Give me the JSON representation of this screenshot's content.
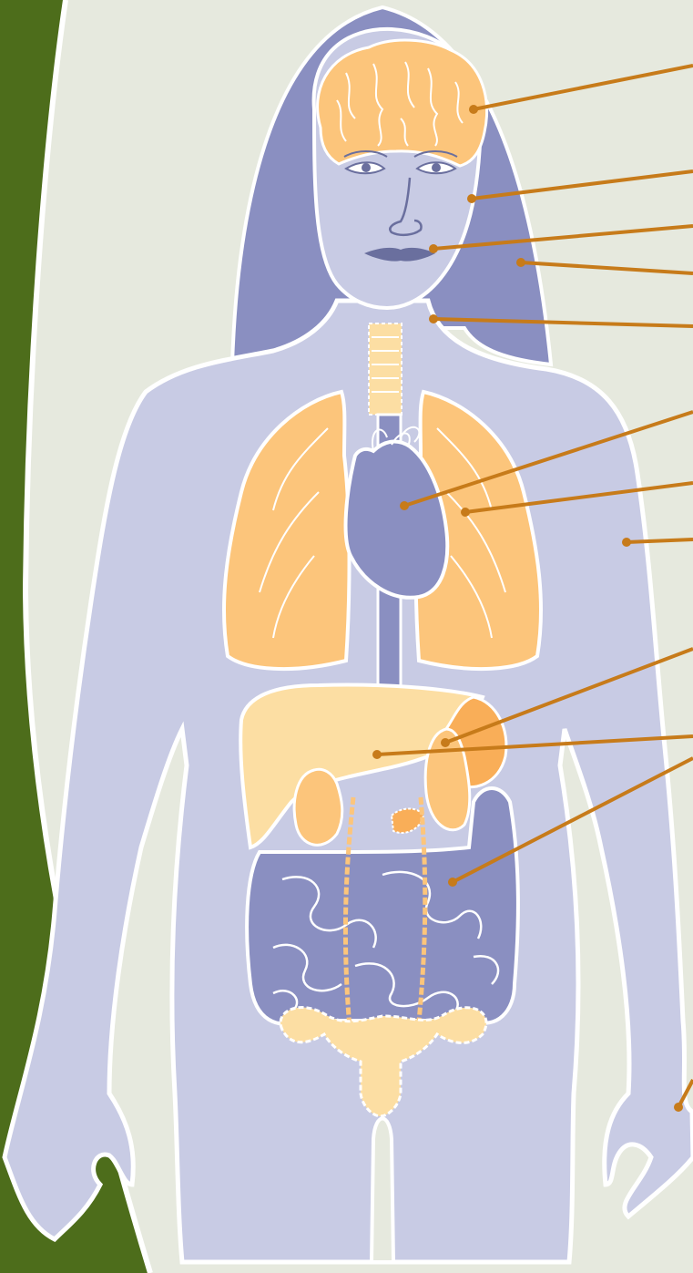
{
  "diagram": {
    "colors": {
      "background": "#e6e9de",
      "side_band": "#4d6d1b",
      "body_fill": "#c8cbe4",
      "hair": "#8a8fc1",
      "organ_orange": "#fcc57b",
      "organ_light": "#fcdea3",
      "organ_dark": "#f9ae58",
      "organ_purple": "#8a8fc1",
      "outline": "#ffffff",
      "leader": "#c77b1a"
    },
    "callouts": [
      {
        "id": "brain"
      },
      {
        "id": "cheek"
      },
      {
        "id": "mouth"
      },
      {
        "id": "hair"
      },
      {
        "id": "neck"
      },
      {
        "id": "heart"
      },
      {
        "id": "lung"
      },
      {
        "id": "arm"
      },
      {
        "id": "stomach"
      },
      {
        "id": "liver"
      },
      {
        "id": "intestine"
      },
      {
        "id": "hand"
      }
    ]
  }
}
